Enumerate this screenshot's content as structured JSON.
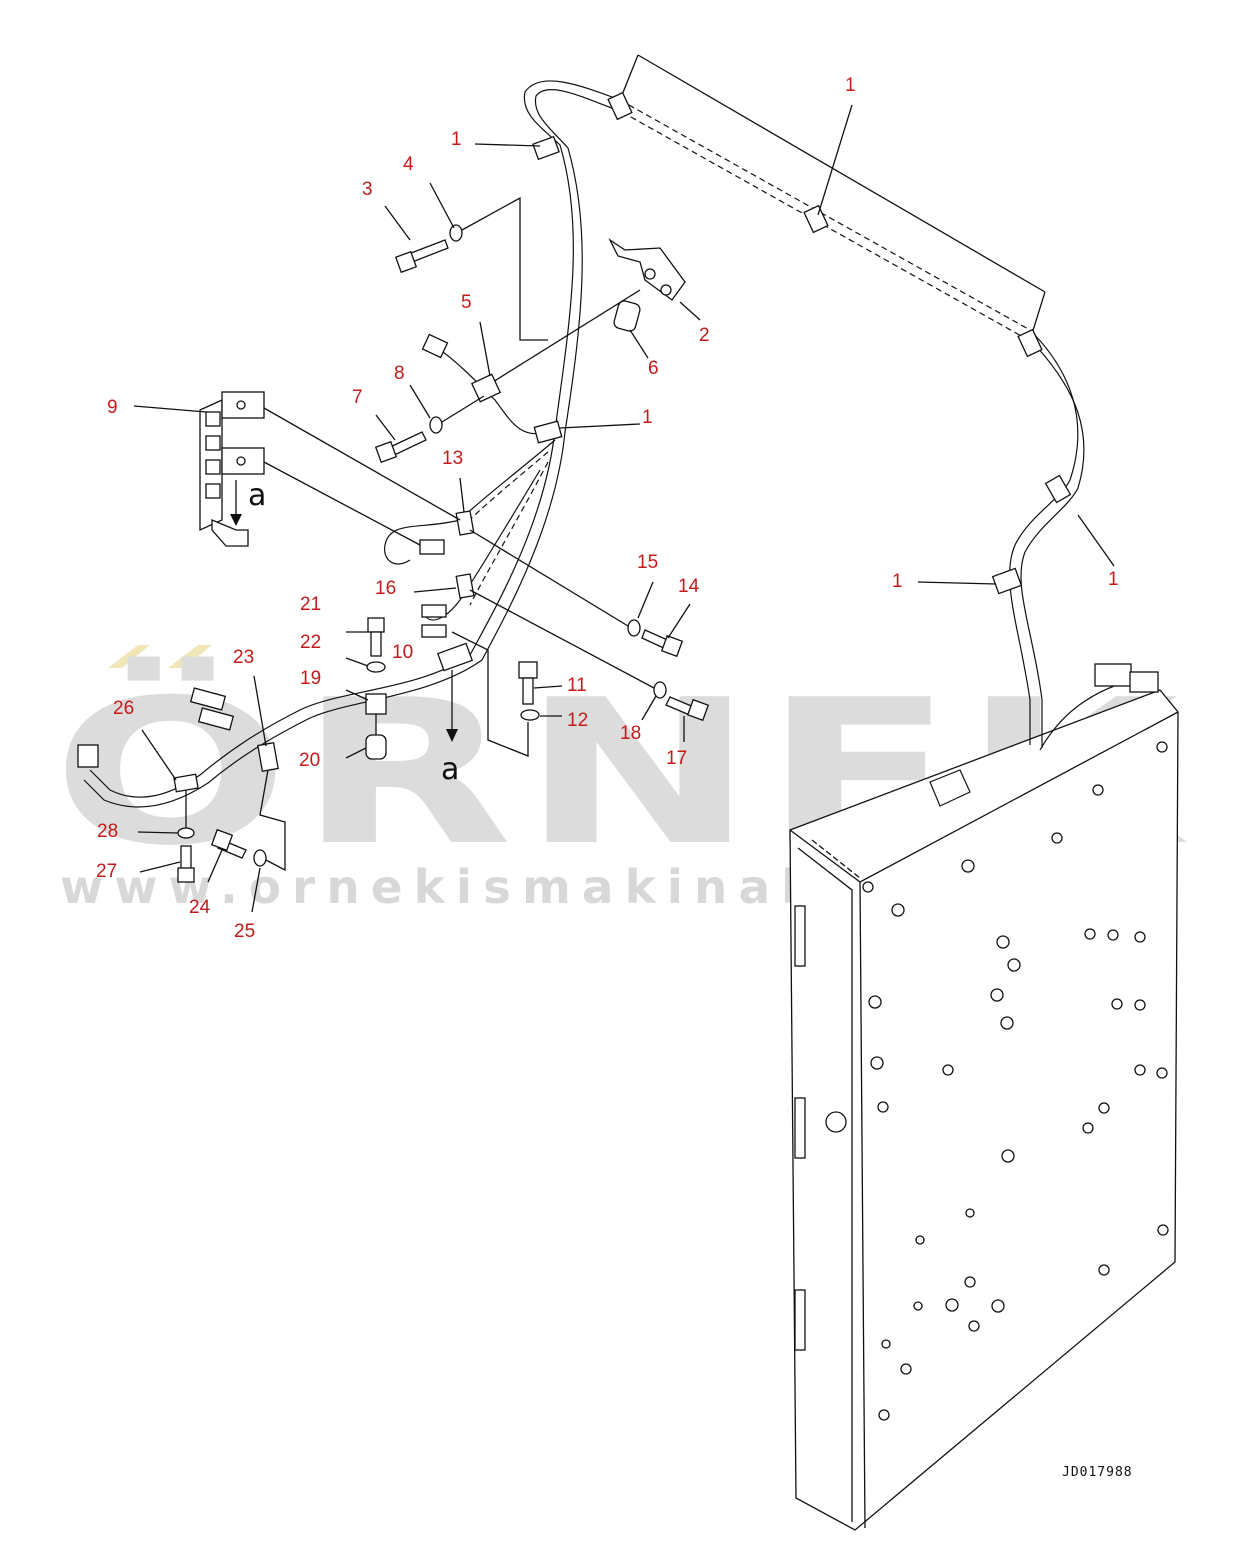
{
  "watermark": {
    "brand": "ÖRNEK",
    "url": "www.ornekismakinalari.com.tr"
  },
  "drawing_number": "JD017988",
  "reference_marks": [
    {
      "id": "ref-a-1",
      "label": "a"
    },
    {
      "id": "ref-a-2",
      "label": "a"
    }
  ],
  "callouts": [
    {
      "id": "c1a",
      "label": "1"
    },
    {
      "id": "c1b",
      "label": "1"
    },
    {
      "id": "c1c",
      "label": "1"
    },
    {
      "id": "c1d",
      "label": "1"
    },
    {
      "id": "c1e",
      "label": "1"
    },
    {
      "id": "c1f",
      "label": "1"
    },
    {
      "id": "c2",
      "label": "2"
    },
    {
      "id": "c3",
      "label": "3"
    },
    {
      "id": "c4",
      "label": "4"
    },
    {
      "id": "c5",
      "label": "5"
    },
    {
      "id": "c6",
      "label": "6"
    },
    {
      "id": "c7",
      "label": "7"
    },
    {
      "id": "c8",
      "label": "8"
    },
    {
      "id": "c9",
      "label": "9"
    },
    {
      "id": "c10",
      "label": "10"
    },
    {
      "id": "c11",
      "label": "11"
    },
    {
      "id": "c12",
      "label": "12"
    },
    {
      "id": "c13",
      "label": "13"
    },
    {
      "id": "c14",
      "label": "14"
    },
    {
      "id": "c15",
      "label": "15"
    },
    {
      "id": "c16",
      "label": "16"
    },
    {
      "id": "c17",
      "label": "17"
    },
    {
      "id": "c18",
      "label": "18"
    },
    {
      "id": "c19",
      "label": "19"
    },
    {
      "id": "c20",
      "label": "20"
    },
    {
      "id": "c21",
      "label": "21"
    },
    {
      "id": "c22",
      "label": "22"
    },
    {
      "id": "c23",
      "label": "23"
    },
    {
      "id": "c24",
      "label": "24"
    },
    {
      "id": "c25",
      "label": "25"
    },
    {
      "id": "c26",
      "label": "26"
    },
    {
      "id": "c27",
      "label": "27"
    },
    {
      "id": "c28",
      "label": "28"
    }
  ]
}
